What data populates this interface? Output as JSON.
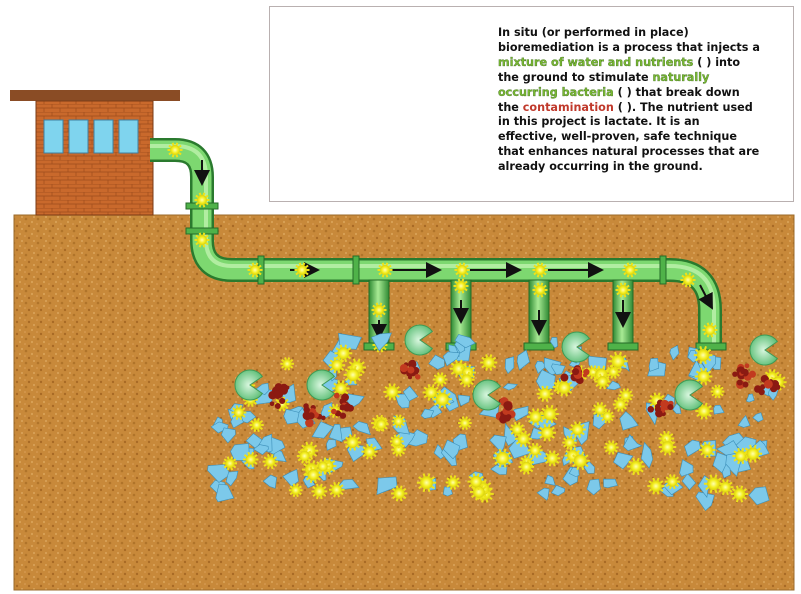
{
  "caption": {
    "l1": "In situ (or performed in place)",
    "l2": "bioremediation is a process that injects a",
    "l3_hl": "mixture of water and nutrients",
    "l3_post": " ( ) into",
    "l4_pre": "the ground to stimulate ",
    "l4_hl": "naturally",
    "l5_hl": "occurring bacteria",
    "l5_post": " ( ) that break down",
    "l6_pre": "the ",
    "l6_hl": "contamination",
    "l6_post": " ( ). The nutrient used",
    "l7": "in this project is lactate. It is an",
    "l8": "effective, well-proven, safe technique",
    "l9": "that enhances natural processes that are",
    "l10": "already occurring in the ground."
  },
  "colors": {
    "soil": "#c88b3a",
    "pipe": "#5fc15a",
    "nutrient": "#f4ee1e",
    "bacteria": "#8fdca6",
    "contamination": "#8b1a12",
    "water": "#79c7e6",
    "brick": "#c86a2c"
  }
}
